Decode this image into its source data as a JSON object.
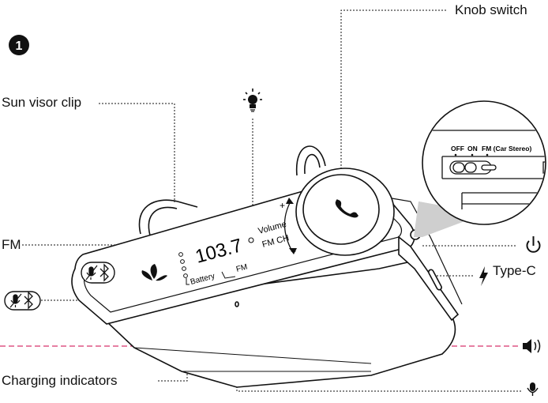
{
  "step_number": "1",
  "labels": {
    "knob_switch": "Knob switch",
    "sun_visor_clip": "Sun visor clip",
    "fm": "FM",
    "type_c": "Type-C",
    "charging_indicators": "Charging indicators"
  },
  "device": {
    "display_value": "103.7",
    "display_fm": "FM",
    "battery": "Battery",
    "volume": "Volume",
    "fm_ch": "FM CH",
    "plus": "+",
    "minus": "−"
  },
  "switch_detail": {
    "off": "OFF",
    "on": "ON",
    "fm": "FM (Car Stereo)"
  },
  "icons": [
    "light-bulb-icon",
    "phone-icon",
    "power-icon",
    "lightning-icon",
    "speaker-icon",
    "microphone-icon",
    "mic-mute-icon",
    "bluetooth-icon",
    "leaf-logo-icon"
  ],
  "colors": {
    "line": "#111111",
    "laser": "#d6336c",
    "shade": "#bdbdbd"
  }
}
